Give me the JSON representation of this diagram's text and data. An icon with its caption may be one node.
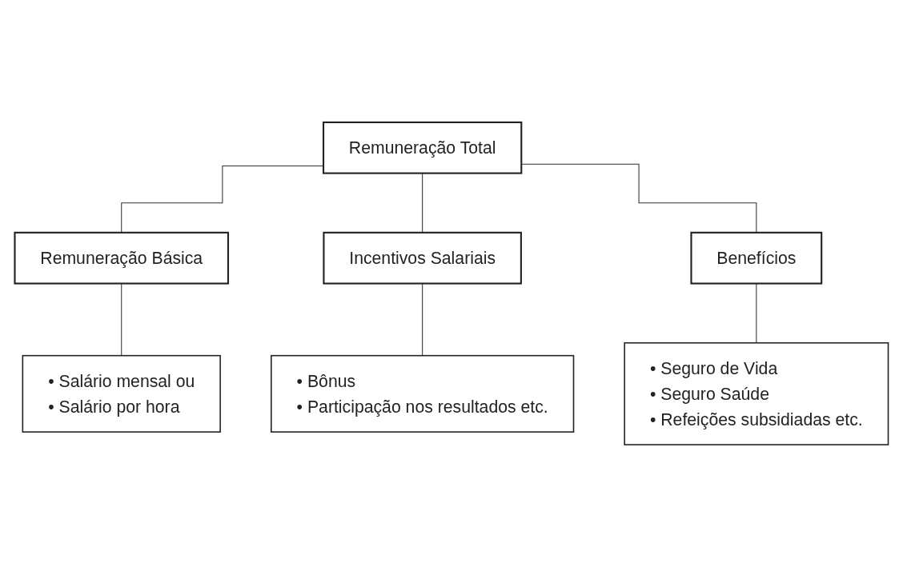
{
  "diagram": {
    "nodes": [
      {
        "text": [
          "Remuneração Total"
        ]
      },
      {
        "text": [
          "Remuneração Básica"
        ]
      },
      {
        "text": [
          "Incentivos Salariais"
        ]
      },
      {
        "text": [
          "Benefícios"
        ]
      },
      {
        "text": [
          "• Salário mensal ou",
          "• Salário por hora"
        ]
      },
      {
        "text": [
          "• Bônus",
          "• Participação nos resultados etc."
        ]
      },
      {
        "text": [
          "• Seguro de Vida",
          "• Seguro Saúde",
          "• Refeições subsidiadas etc."
        ]
      }
    ],
    "edges": [
      {
        "from": 0,
        "to": 1,
        "arrow": "none"
      },
      {
        "from": 0,
        "to": 2,
        "arrow": "none"
      },
      {
        "from": 0,
        "to": 3,
        "arrow": "none"
      },
      {
        "from": 1,
        "to": 4,
        "arrow": "none"
      },
      {
        "from": 2,
        "to": 5,
        "arrow": "none"
      },
      {
        "from": 3,
        "to": 6,
        "arrow": "none"
      }
    ]
  }
}
